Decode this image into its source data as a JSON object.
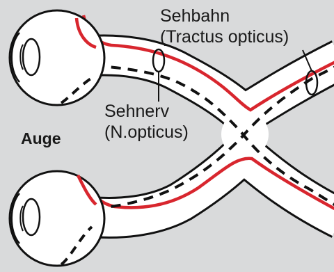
{
  "labels": {
    "tract_line1": "Sehbahn",
    "tract_line2": "(Tractus opticus)",
    "nerve_line1": "Sehnerv",
    "nerve_line2": "(N.opticus)",
    "eye": "Auge"
  },
  "colors": {
    "background": "#d9dadb",
    "outline": "#111111",
    "nerve_fill": "#ffffff",
    "red_pathway": "#d8262e"
  }
}
